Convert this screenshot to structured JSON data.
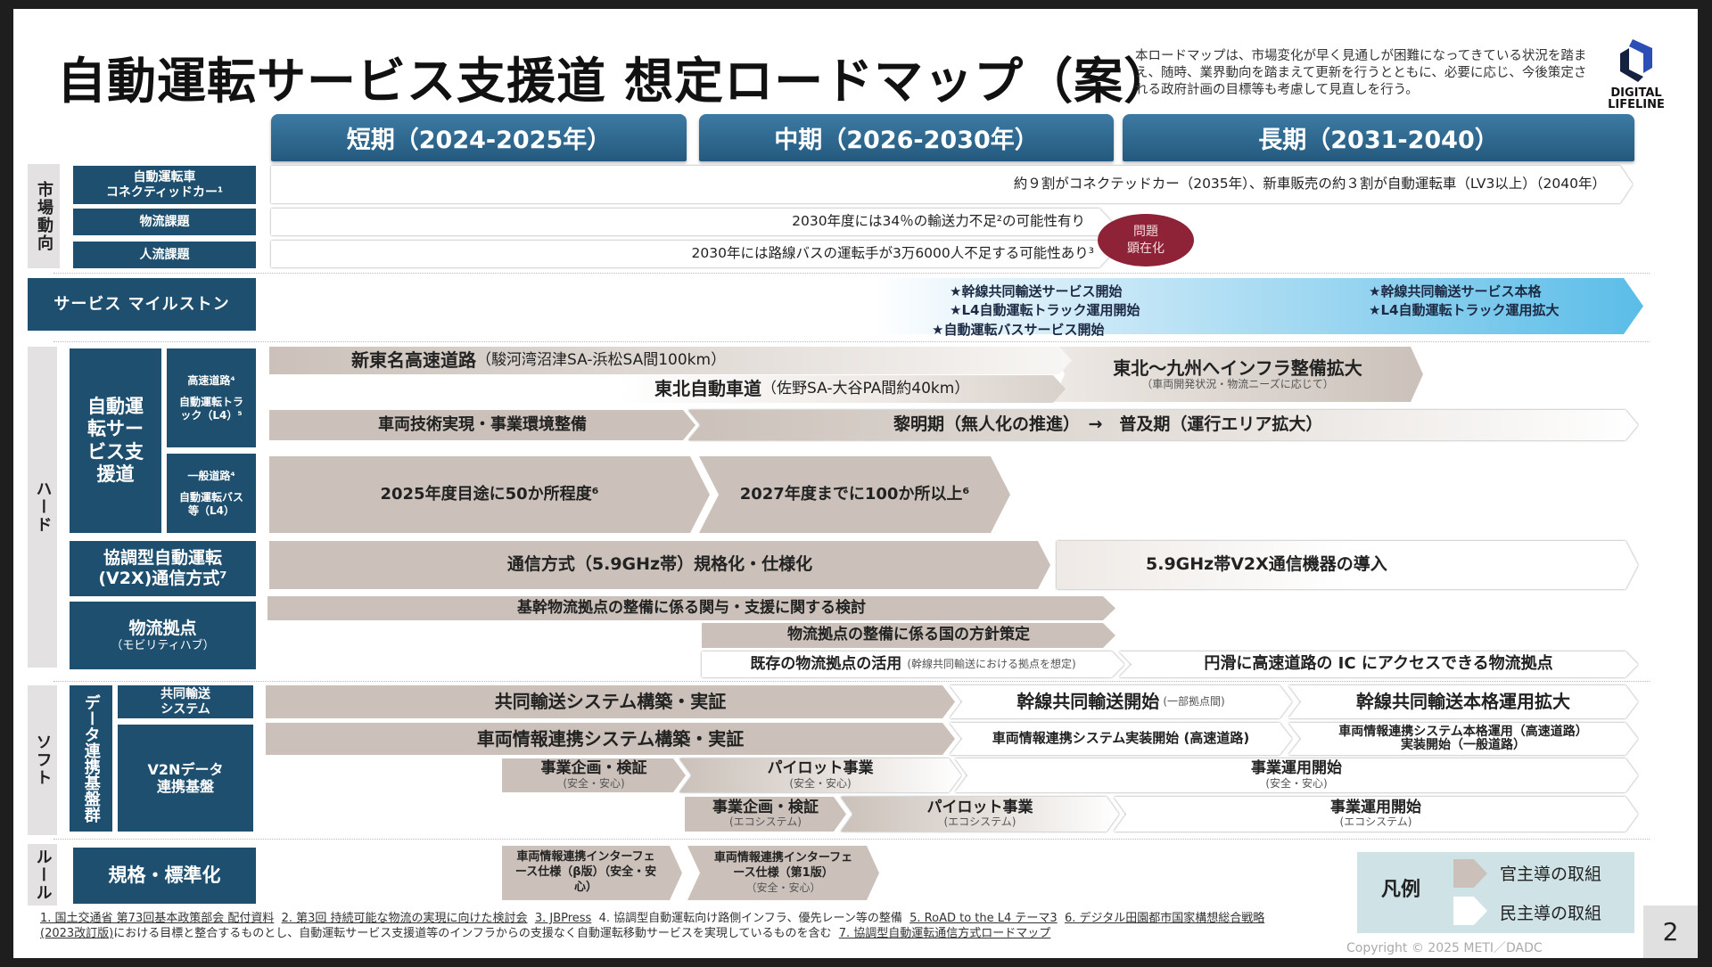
{
  "title": "自動運転サービス支援道 想定ロードマップ（案）",
  "description": "本ロードマップは、市場変化が早く見通しが困難になってきている状況を踏まえ、随時、業界動向を踏まえて更新を行うとともに、必要に応じ、今後策定される政府計画の目標等も考慮して見直しを行う。",
  "logo": {
    "text1": "DIGITAL",
    "text2": "LIFELINE",
    "colors": [
      "#2b4fb5",
      "#14223f"
    ]
  },
  "periods": [
    "短期（2024-2025年）",
    "中期（2026-2030年）",
    "長期（2031-2040）"
  ],
  "market": {
    "category": "市場動向",
    "labels": [
      "自動運転車\nコネクティッドカー¹",
      "物流課題",
      "人流課題"
    ],
    "rows": [
      "約９割がコネクテッドカー（2035年）、新車販売の約３割が自動運転車（LV3以上）（2040年）",
      "2030年度には34％の輸送力不足²の可能性有り",
      "2030年には路線バスの運転手が3万6000人不足する可能性あり³"
    ],
    "badge": "問題\n顕在化"
  },
  "milestone": {
    "label": "サービス マイルストン",
    "items": [
      "★幹線共同輸送サービス開始",
      "★L4自動運転トラック運用開始",
      "★自動運転バスサービス開始",
      "★幹線共同輸送サービス本格",
      "★L4自動運転トラック運用拡大"
    ]
  },
  "hard": {
    "category": "ハード",
    "main_label": "自動運転サービス支援道",
    "highway_label": "高速道路⁴",
    "highway_sub": "自動運転トラック（L4）⁵",
    "general_label": "一般道路⁴",
    "general_sub": "自動運転バス等（L4）",
    "v2x_label": "協調型自動運転\n(V2X)通信方式⁷",
    "hub_label": "物流拠点",
    "hub_sub": "（モビリティハブ）",
    "shintomei": "新東名高速道路",
    "shintomei_sub": "（駿河湾沼津SA-浜松SA間100km）",
    "tohoku": "東北自動車道",
    "tohoku_sub": "（佐野SA-大谷PA間約40km）",
    "expand": "東北〜九州へインフラ整備拡大",
    "expand_sub": "（車両開発状況・物流ニーズに応じて）",
    "vehicle_tech": "車両技術実現・事業環境整備",
    "dawn": "黎明期（無人化の推進）　→　普及期（運行エリア拡大）",
    "bus2025": "2025年度目途に50か所程度⁶",
    "bus2027": "2027年度までに100か所以上⁶",
    "comm_std": "通信方式（5.9GHz帯）規格化・仕様化",
    "v2x_intro": "5.9GHz帯V2X通信機器の導入",
    "hub1": "基幹物流拠点の整備に係る関与・支援に関する検討",
    "hub2": "物流拠点の整備に係る国の方針策定",
    "hub3": "既存の物流拠点の活用",
    "hub3_sub": "(幹線共同輸送における拠点を想定)",
    "hub4": "円滑に高速道路の IC にアクセスできる物流拠点"
  },
  "soft": {
    "category": "ソフト",
    "group_label": "データ連携基盤群",
    "joint_label": "共同輸送\nシステム",
    "v2n_label": "V2Nデータ\n連携基盤",
    "r1": [
      "共同輸送システム構築・実証",
      "幹線共同輸送開始",
      "(一部拠点間)",
      "幹線共同輸送本格運用拡大"
    ],
    "r2": [
      "車両情報連携システム構築・実証",
      "車両情報連携システム実装開始 (高速道路)",
      "車両情報連携システム本格運用（高速道路）\n実装開始（一般道路）"
    ],
    "r3": [
      "事業企画・検証",
      "(安全・安心)",
      "パイロット事業",
      "(安全・安心)",
      "事業運用開始",
      "(安全・安心)"
    ],
    "r4": [
      "事業企画・検証",
      "(エコシステム)",
      "パイロット事業",
      "(エコシステム)",
      "事業運用開始",
      "(エコシステム)"
    ]
  },
  "rule": {
    "category": "ルール",
    "label": "規格・標準化",
    "b1": "車両情報連携インターフェース仕様（β版）（安全・安心）",
    "b2": "車両情報連携インターフェース仕様（第1版）",
    "b2_sub": "（安全・安心）"
  },
  "legend": {
    "title": "凡例",
    "gov": "官主導の取組",
    "private": "民主導の取組"
  },
  "footnotes": {
    "n1": "1. 国土交通省 第73回基本政策部会 配付資料",
    "n2": "2. 第3回 持続可能な物流の実現に向けた検討会",
    "n3": "3. JBPress",
    "n4": "4. 協調型自動運転向け路側インフラ、優先レーン等の整備",
    "n5": "5. RoAD to the L4 テーマ3",
    "n6": "6. デジタル田園都市国家構想総合戦略",
    "n6b": "(2023改訂版)",
    "n6c": "における目標と整合するものとし、自動運転サービス支援道等のインフラからの支援なく自動運転移動サービスを実現しているものを含む",
    "n7": "7. 協調型自動運転通信方式ロードマップ"
  },
  "copyright": "Copyright ©  2025 METI／DADC",
  "page_number": "2",
  "colors": {
    "label_navy": "#1e4f6e",
    "gov_bar": "#cbc1ba",
    "period": "#2d6890",
    "badge": "#8e2236",
    "milestone": "#5bbde8",
    "legend_bg": "#cfe3e6"
  }
}
